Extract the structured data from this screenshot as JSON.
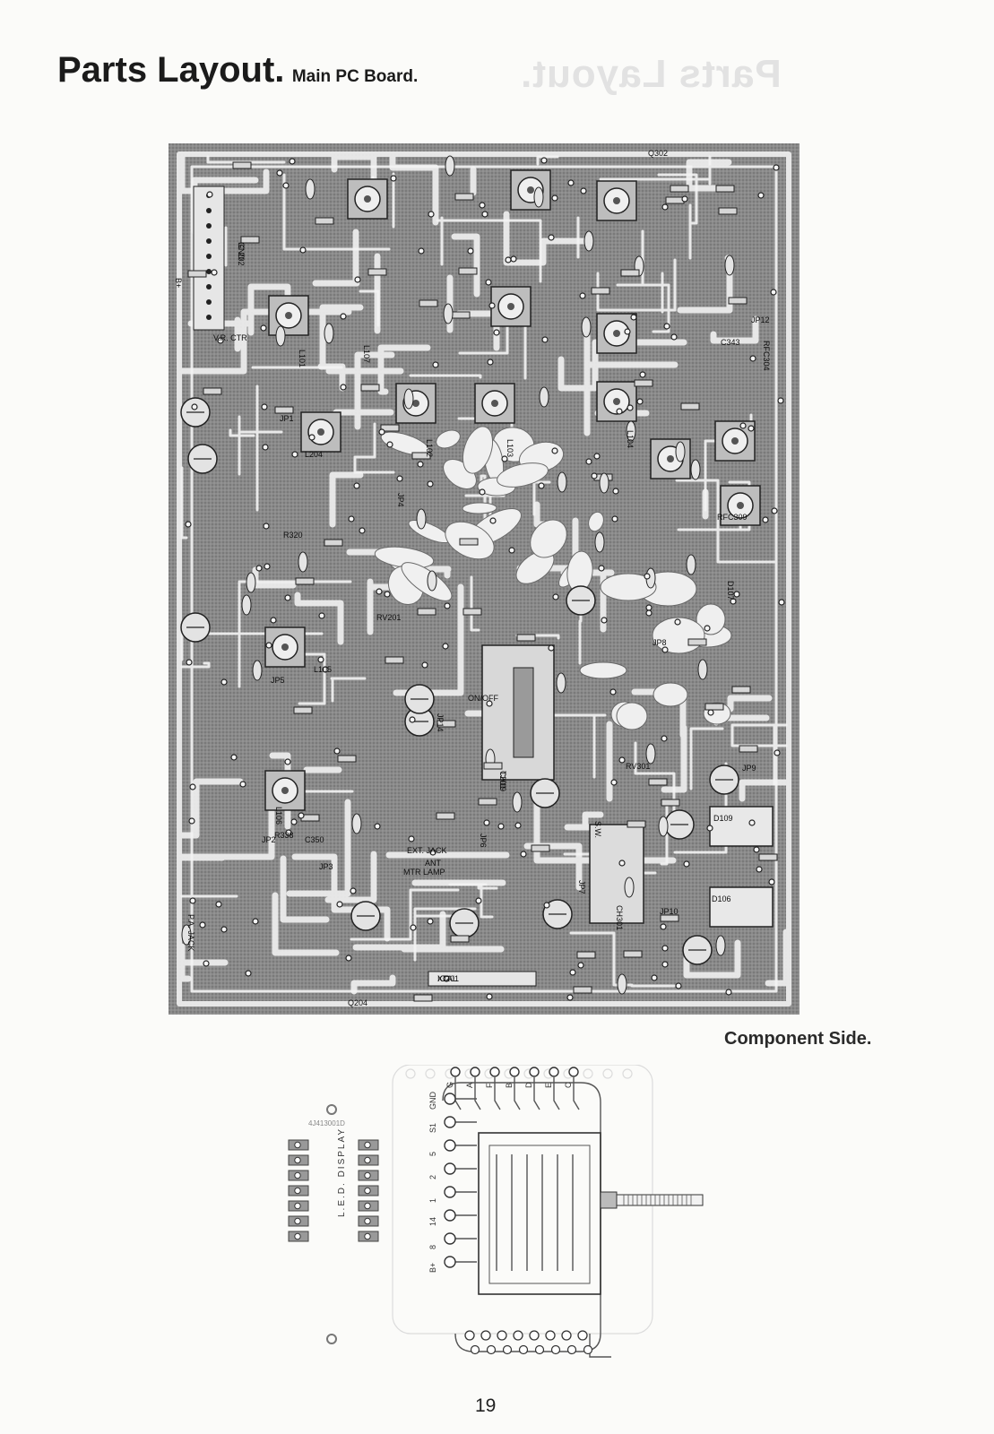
{
  "header": {
    "title": "Parts Layout.",
    "subtitle": "Main PC Board."
  },
  "figure": {
    "caption": "Component Side.",
    "components": [
      "IC 202",
      "IC201",
      "T201",
      "CH301",
      "Q302",
      "Q204",
      "RV301",
      "RV201",
      "L101",
      "L102",
      "L103",
      "L104",
      "L105",
      "L106",
      "L107",
      "L204",
      "JP1",
      "JP2",
      "JP3",
      "JP4",
      "JP5",
      "JP6",
      "JP7",
      "JP8",
      "JP9",
      "JP10",
      "JP12",
      "JP14",
      "RFC304",
      "RFC309",
      "C343",
      "C350",
      "R320",
      "R338",
      "D109",
      "D106",
      "D107"
    ],
    "connector_labels": [
      "P.A. JACK",
      "EXT. JACK",
      "ANT",
      "MTR LAMP",
      "ON/OFF",
      "S.W.",
      "V.R. CTR",
      "B+",
      "GND",
      "XTAL",
      "CH19"
    ],
    "display_board": {
      "label": "L.E.D. DISPLAY",
      "part_number": "4J413001D",
      "pin_labels": [
        "GND",
        "S1",
        "5",
        "2",
        "1",
        "14",
        "8",
        "B+"
      ],
      "segment_labels": [
        "G",
        "A",
        "F",
        "B",
        "D",
        "E",
        "C"
      ]
    }
  },
  "footer": {
    "page_number": "19"
  },
  "colors": {
    "paper": "#fbfbf9",
    "board_gray": "#8c8c8c",
    "trace": "#ededed",
    "ink": "#1a1a1a"
  }
}
